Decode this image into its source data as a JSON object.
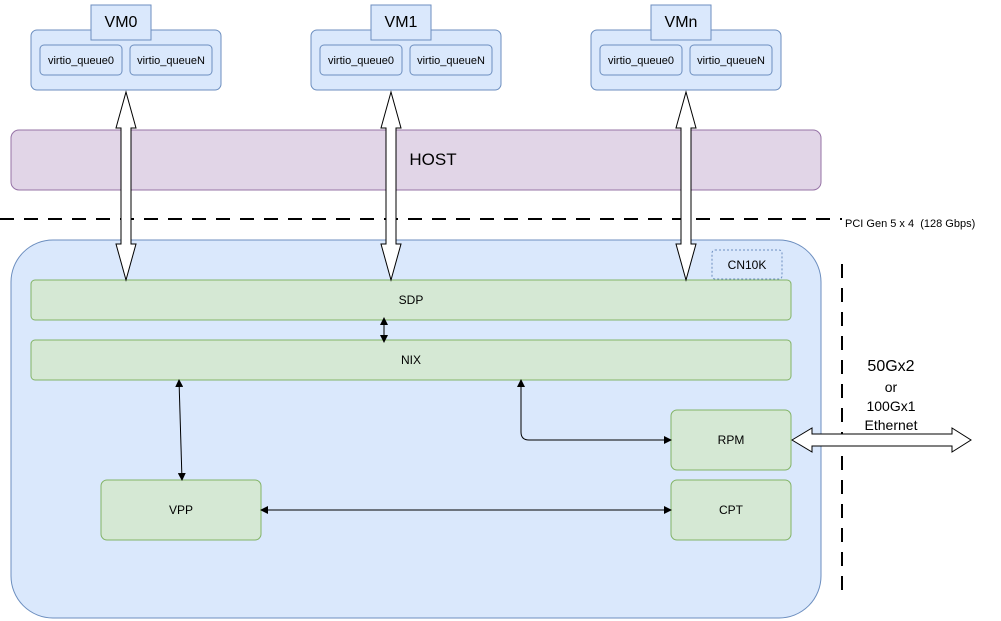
{
  "vms": [
    {
      "name": "VM0",
      "queues": [
        "virtio_queue0",
        "virtio_queueN"
      ]
    },
    {
      "name": "VM1",
      "queues": [
        "virtio_queue0",
        "virtio_queueN"
      ]
    },
    {
      "name": "VMn",
      "queues": [
        "virtio_queue0",
        "virtio_queueN"
      ]
    }
  ],
  "host": {
    "label": "HOST"
  },
  "pci": {
    "label": "PCI Gen 5 x 4  (128 Gbps)"
  },
  "soc": {
    "label": "CN10K",
    "blocks": {
      "sdp": "SDP",
      "nix": "NIX",
      "rpm": "RPM",
      "vpp": "VPP",
      "cpt": "CPT"
    }
  },
  "ethernet": {
    "line1": "50Gx2",
    "line2": "or",
    "line3": "100Gx1",
    "line4": "Ethernet"
  },
  "colors": {
    "vm_fill": "#dae8fc",
    "vm_stroke": "#6c8ebf",
    "host_fill": "#e1d5e7",
    "host_stroke": "#9673a6",
    "block_fill": "#d5e8d4",
    "block_stroke": "#82b366"
  }
}
